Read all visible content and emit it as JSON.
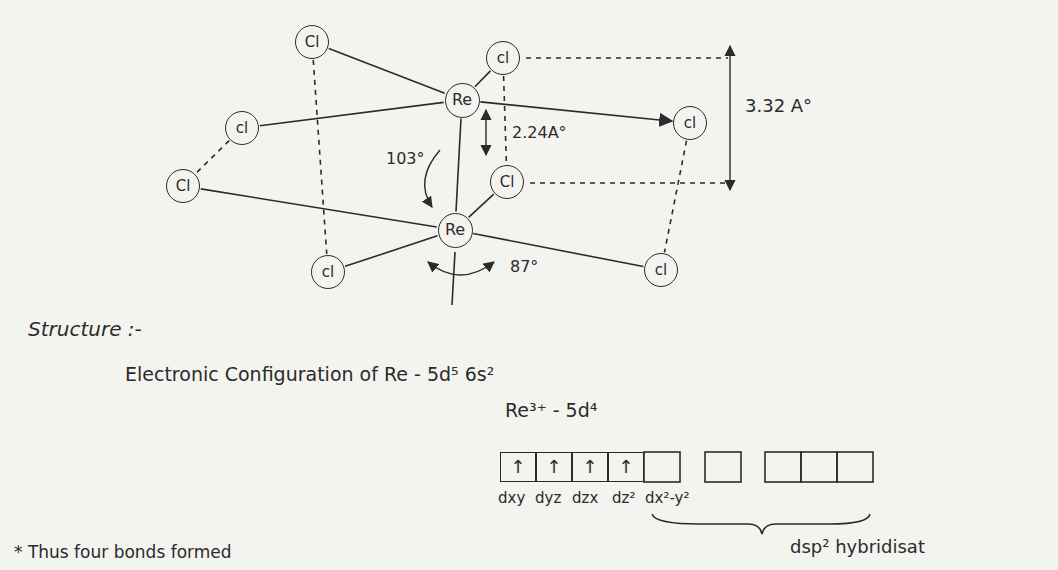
{
  "diagram": {
    "nodes": [
      {
        "text": [
          "Cl"
        ]
      },
      {
        "text": [
          "cl"
        ]
      },
      {
        "text": [
          "Re"
        ]
      },
      {
        "text": [
          "cl"
        ]
      },
      {
        "text": [
          "cl"
        ]
      },
      {
        "text": [
          "Cl"
        ]
      },
      {
        "text": [
          "Cl"
        ]
      },
      {
        "text": [
          "Re"
        ]
      },
      {
        "text": [
          "cl"
        ]
      },
      {
        "text": [
          "cl"
        ]
      },
      {
        "text": [
          "↑"
        ]
      },
      {
        "text": [
          "↑"
        ]
      },
      {
        "text": [
          "↑"
        ]
      },
      {
        "text": [
          "↑"
        ]
      }
    ],
    "edges": [
      {
        "from": 2,
        "to": 0,
        "arrow": "none"
      },
      {
        "from": 2,
        "to": 1,
        "arrow": "none"
      },
      {
        "from": 2,
        "to": 3,
        "arrow": "none"
      },
      {
        "from": 2,
        "to": 4,
        "arrow": "to"
      },
      {
        "from": 7,
        "to": 5,
        "arrow": "none"
      },
      {
        "from": 7,
        "to": 6,
        "arrow": "none"
      },
      {
        "from": 7,
        "to": 8,
        "arrow": "none"
      },
      {
        "from": 7,
        "to": 9,
        "arrow": "none"
      },
      {
        "from": 2,
        "to": 7,
        "arrow": "none"
      },
      {
        "from": 0,
        "to": 8,
        "arrow": "none"
      },
      {
        "from": 3,
        "to": 5,
        "arrow": "none"
      },
      {
        "from": 1,
        "to": 6,
        "arrow": "none"
      },
      {
        "from": 4,
        "to": 9,
        "arrow": "none"
      }
    ],
    "labels": [
      "3.32 A°",
      "2.24A°",
      "103°",
      "87°",
      "Structure :-",
      "Electronic Configuration of Re - 5d⁵ 6s²",
      "Re³⁺ - 5d⁴",
      "dxy",
      "dyz",
      "dzx",
      "dz²",
      "dx²-y²",
      "dsp² hybridisat",
      "* Thus four bonds formed"
    ]
  }
}
